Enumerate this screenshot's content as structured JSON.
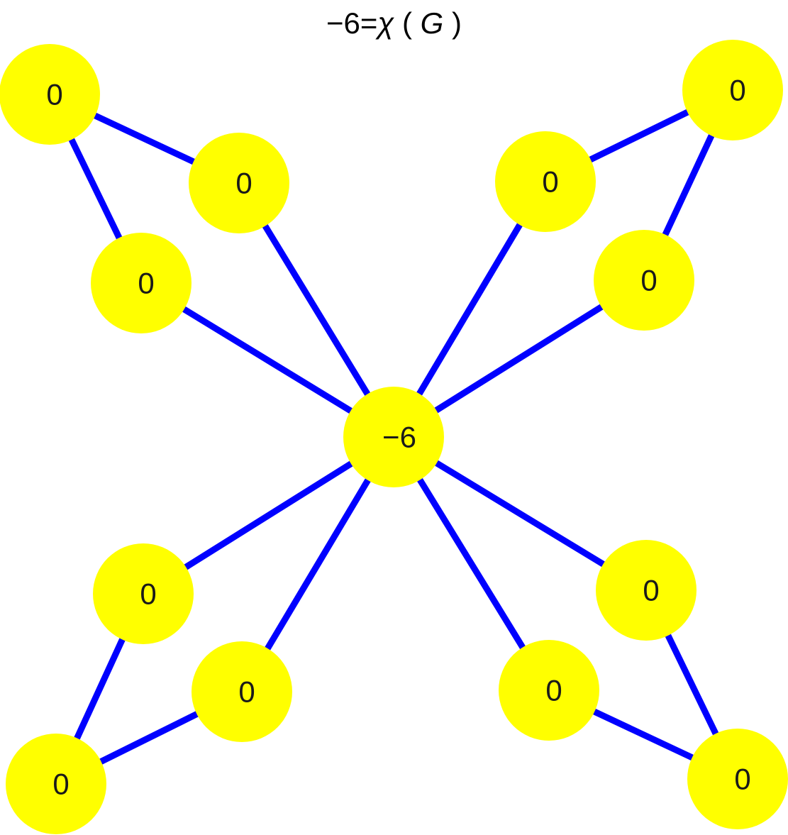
{
  "title": {
    "lhs": "−6=",
    "func": "χ",
    "open": " ( ",
    "arg": "G",
    "close": " )"
  },
  "colors": {
    "node_fill": "#ffff00",
    "edge_stroke": "#0000ff",
    "label_text": "#1a1a1a"
  },
  "nodes": [
    {
      "id": "center",
      "label": "−6"
    },
    {
      "id": "tl-a",
      "label": "0"
    },
    {
      "id": "tl-b",
      "label": "0"
    },
    {
      "id": "tl-c",
      "label": "0"
    },
    {
      "id": "tr-a",
      "label": "0"
    },
    {
      "id": "tr-b",
      "label": "0"
    },
    {
      "id": "tr-c",
      "label": "0"
    },
    {
      "id": "bl-a",
      "label": "0"
    },
    {
      "id": "bl-b",
      "label": "0"
    },
    {
      "id": "bl-c",
      "label": "0"
    },
    {
      "id": "br-a",
      "label": "0"
    },
    {
      "id": "br-b",
      "label": "0"
    },
    {
      "id": "br-c",
      "label": "0"
    }
  ],
  "edges": [
    [
      "tl-a",
      "tl-b"
    ],
    [
      "tl-a",
      "tl-c"
    ],
    [
      "tl-b",
      "center"
    ],
    [
      "tl-c",
      "center"
    ],
    [
      "tr-a",
      "tr-b"
    ],
    [
      "tr-a",
      "tr-c"
    ],
    [
      "tr-b",
      "center"
    ],
    [
      "tr-c",
      "center"
    ],
    [
      "bl-a",
      "bl-b"
    ],
    [
      "bl-a",
      "bl-c"
    ],
    [
      "bl-b",
      "center"
    ],
    [
      "bl-c",
      "center"
    ],
    [
      "br-a",
      "br-b"
    ],
    [
      "br-a",
      "br-c"
    ],
    [
      "br-b",
      "center"
    ],
    [
      "br-c",
      "center"
    ]
  ]
}
